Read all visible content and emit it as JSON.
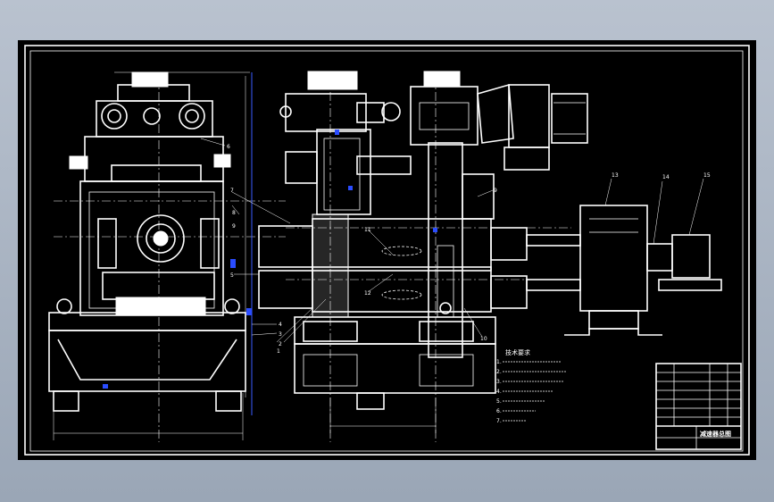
{
  "drawing": {
    "colors": {
      "background": "#000000",
      "lines": "#ffffff",
      "dimensions": "#3a5cff",
      "window": "#a7b1c0"
    },
    "part_labels": [
      "6",
      "7",
      "8",
      "9",
      "9",
      "5",
      "4",
      "3",
      "2",
      "1",
      "11",
      "12",
      "10",
      "13",
      "14",
      "15"
    ],
    "technical_notes": {
      "title": "技术要求",
      "lines": [
        "1.",
        "2.",
        "3.",
        "4.",
        "5.",
        "6.",
        "7."
      ]
    },
    "title_block": {
      "title": "减速器总图"
    }
  }
}
